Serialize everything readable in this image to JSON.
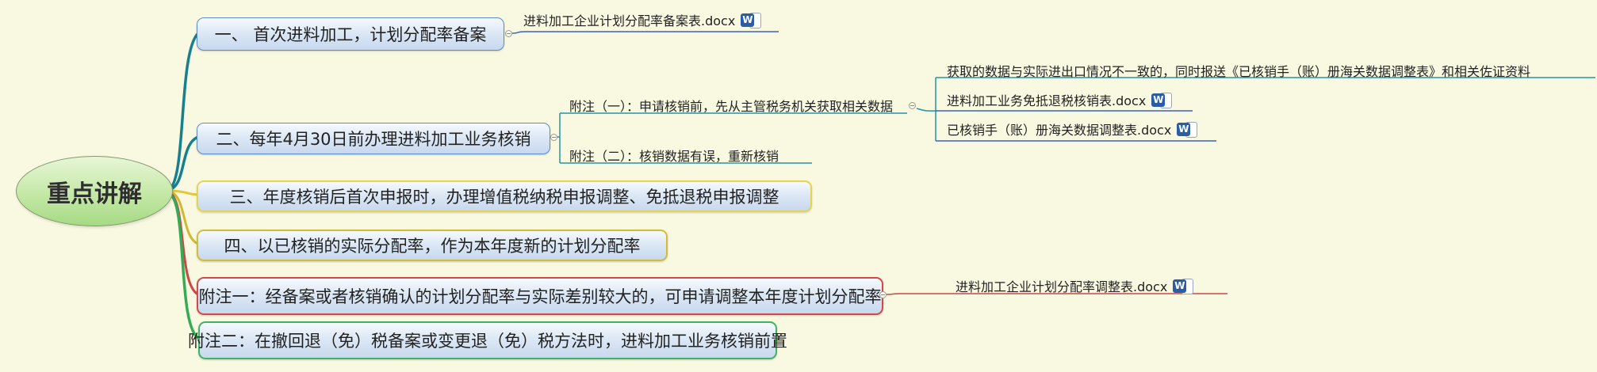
{
  "root_topic": {
    "label": "重点讲解"
  },
  "topics": [
    {
      "label": "一、 首次进料加工，计划分配率备案"
    },
    {
      "label": "二、每年4月30日前办理进料加工业务核销"
    },
    {
      "label": "三、年度核销后首次申报时，办理增值税纳税申报调整、免抵退税申报调整"
    },
    {
      "label": "四、以已核销的实际分配率，作为本年度新的计划分配率"
    },
    {
      "label": "附注一：经备案或者核销确认的计划分配率与实际差别较大的，可申请调整本年度计划分配率"
    },
    {
      "label": "附注二：在撤回退（免）税备案或变更退（免）税方法时，进料加工业务核销前置"
    }
  ],
  "notes": [
    {
      "label": "附注（一）：申请核销前，先从主管税务机关获取相关数据"
    },
    {
      "label": "附注（二）：核销数据有误，重新核销"
    },
    {
      "label": "获取的数据与实际进出口情况不一致的，同时报送《已核销手（账）册海关数据调整表》和相关佐证资料"
    }
  ],
  "attachments": [
    {
      "label": "进料加工企业计划分配率备案表.docx"
    },
    {
      "label": "进料加工业务免抵退税核销表.docx"
    },
    {
      "label": "已核销手（账）册海关数据调整表.docx"
    },
    {
      "label": "进料加工企业计划分配率调整表.docx"
    }
  ],
  "icons": {
    "word_letter": "W"
  },
  "colors": {
    "background": "#f9f9e2",
    "branch_teal": "#16808f",
    "branch_yellow": "#e3c83c",
    "branch_olive": "#cfb832",
    "branch_red": "#cf4444",
    "branch_green": "#36ab55",
    "sub_line_teal": "#2694a4",
    "attachment_line_blue": "#3b63c0",
    "word_icon_blue": "#2b5ca8"
  }
}
